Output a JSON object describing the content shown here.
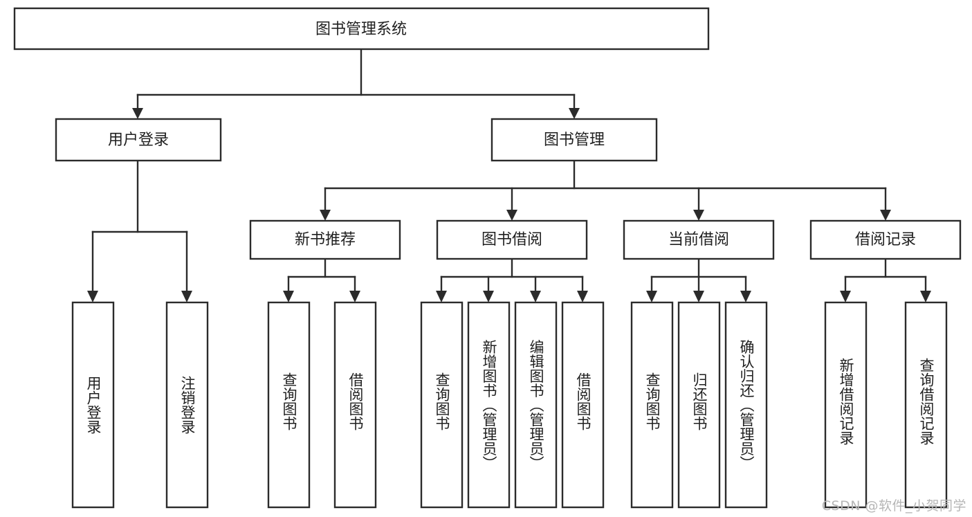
{
  "diagram": {
    "type": "tree-hierarchy-flowchart",
    "title_node": {
      "id": "root",
      "label": "图书管理系统"
    },
    "level1": [
      {
        "id": "user-login",
        "label": "用户登录"
      },
      {
        "id": "book-manage",
        "label": "图书管理"
      }
    ],
    "level2": [
      {
        "id": "new-book-recommend",
        "label": "新书推荐",
        "parent": "book-manage"
      },
      {
        "id": "book-borrow",
        "label": "图书借阅",
        "parent": "book-manage"
      },
      {
        "id": "current-borrow",
        "label": "当前借阅",
        "parent": "book-manage"
      },
      {
        "id": "borrow-record",
        "label": "借阅记录",
        "parent": "book-manage"
      }
    ],
    "leaves": {
      "user-login": [
        {
          "id": "leaf-user-login",
          "label": "用户登录"
        },
        {
          "id": "leaf-user-logout",
          "label": "注销登录"
        }
      ],
      "new-book-recommend": [
        {
          "id": "leaf-query-book-1",
          "label": "查询图书"
        },
        {
          "id": "leaf-borrow-book-1",
          "label": "借阅图书"
        }
      ],
      "book-borrow": [
        {
          "id": "leaf-query-book-2",
          "label": "查询图书"
        },
        {
          "id": "leaf-add-book",
          "label": "新增图书（管理员）"
        },
        {
          "id": "leaf-edit-book",
          "label": "编辑图书（管理员）"
        },
        {
          "id": "leaf-borrow-book-2",
          "label": "借阅图书"
        }
      ],
      "current-borrow": [
        {
          "id": "leaf-query-book-3",
          "label": "查询图书"
        },
        {
          "id": "leaf-return-book",
          "label": "归还图书"
        },
        {
          "id": "leaf-confirm-return",
          "label": "确认归还（管理员）"
        }
      ],
      "borrow-record": [
        {
          "id": "leaf-add-record",
          "label": "新增借阅记录"
        },
        {
          "id": "leaf-query-record",
          "label": "查询借阅记录"
        }
      ]
    },
    "colors": {
      "box_stroke": "#2b2b2b",
      "box_fill": "#ffffff",
      "connector": "#2b2b2b",
      "text": "#1f1f1f",
      "watermark": "#b6b6b6",
      "background": "#ffffff"
    }
  },
  "watermark": {
    "text": "CSDN @软件_小贺同学"
  }
}
